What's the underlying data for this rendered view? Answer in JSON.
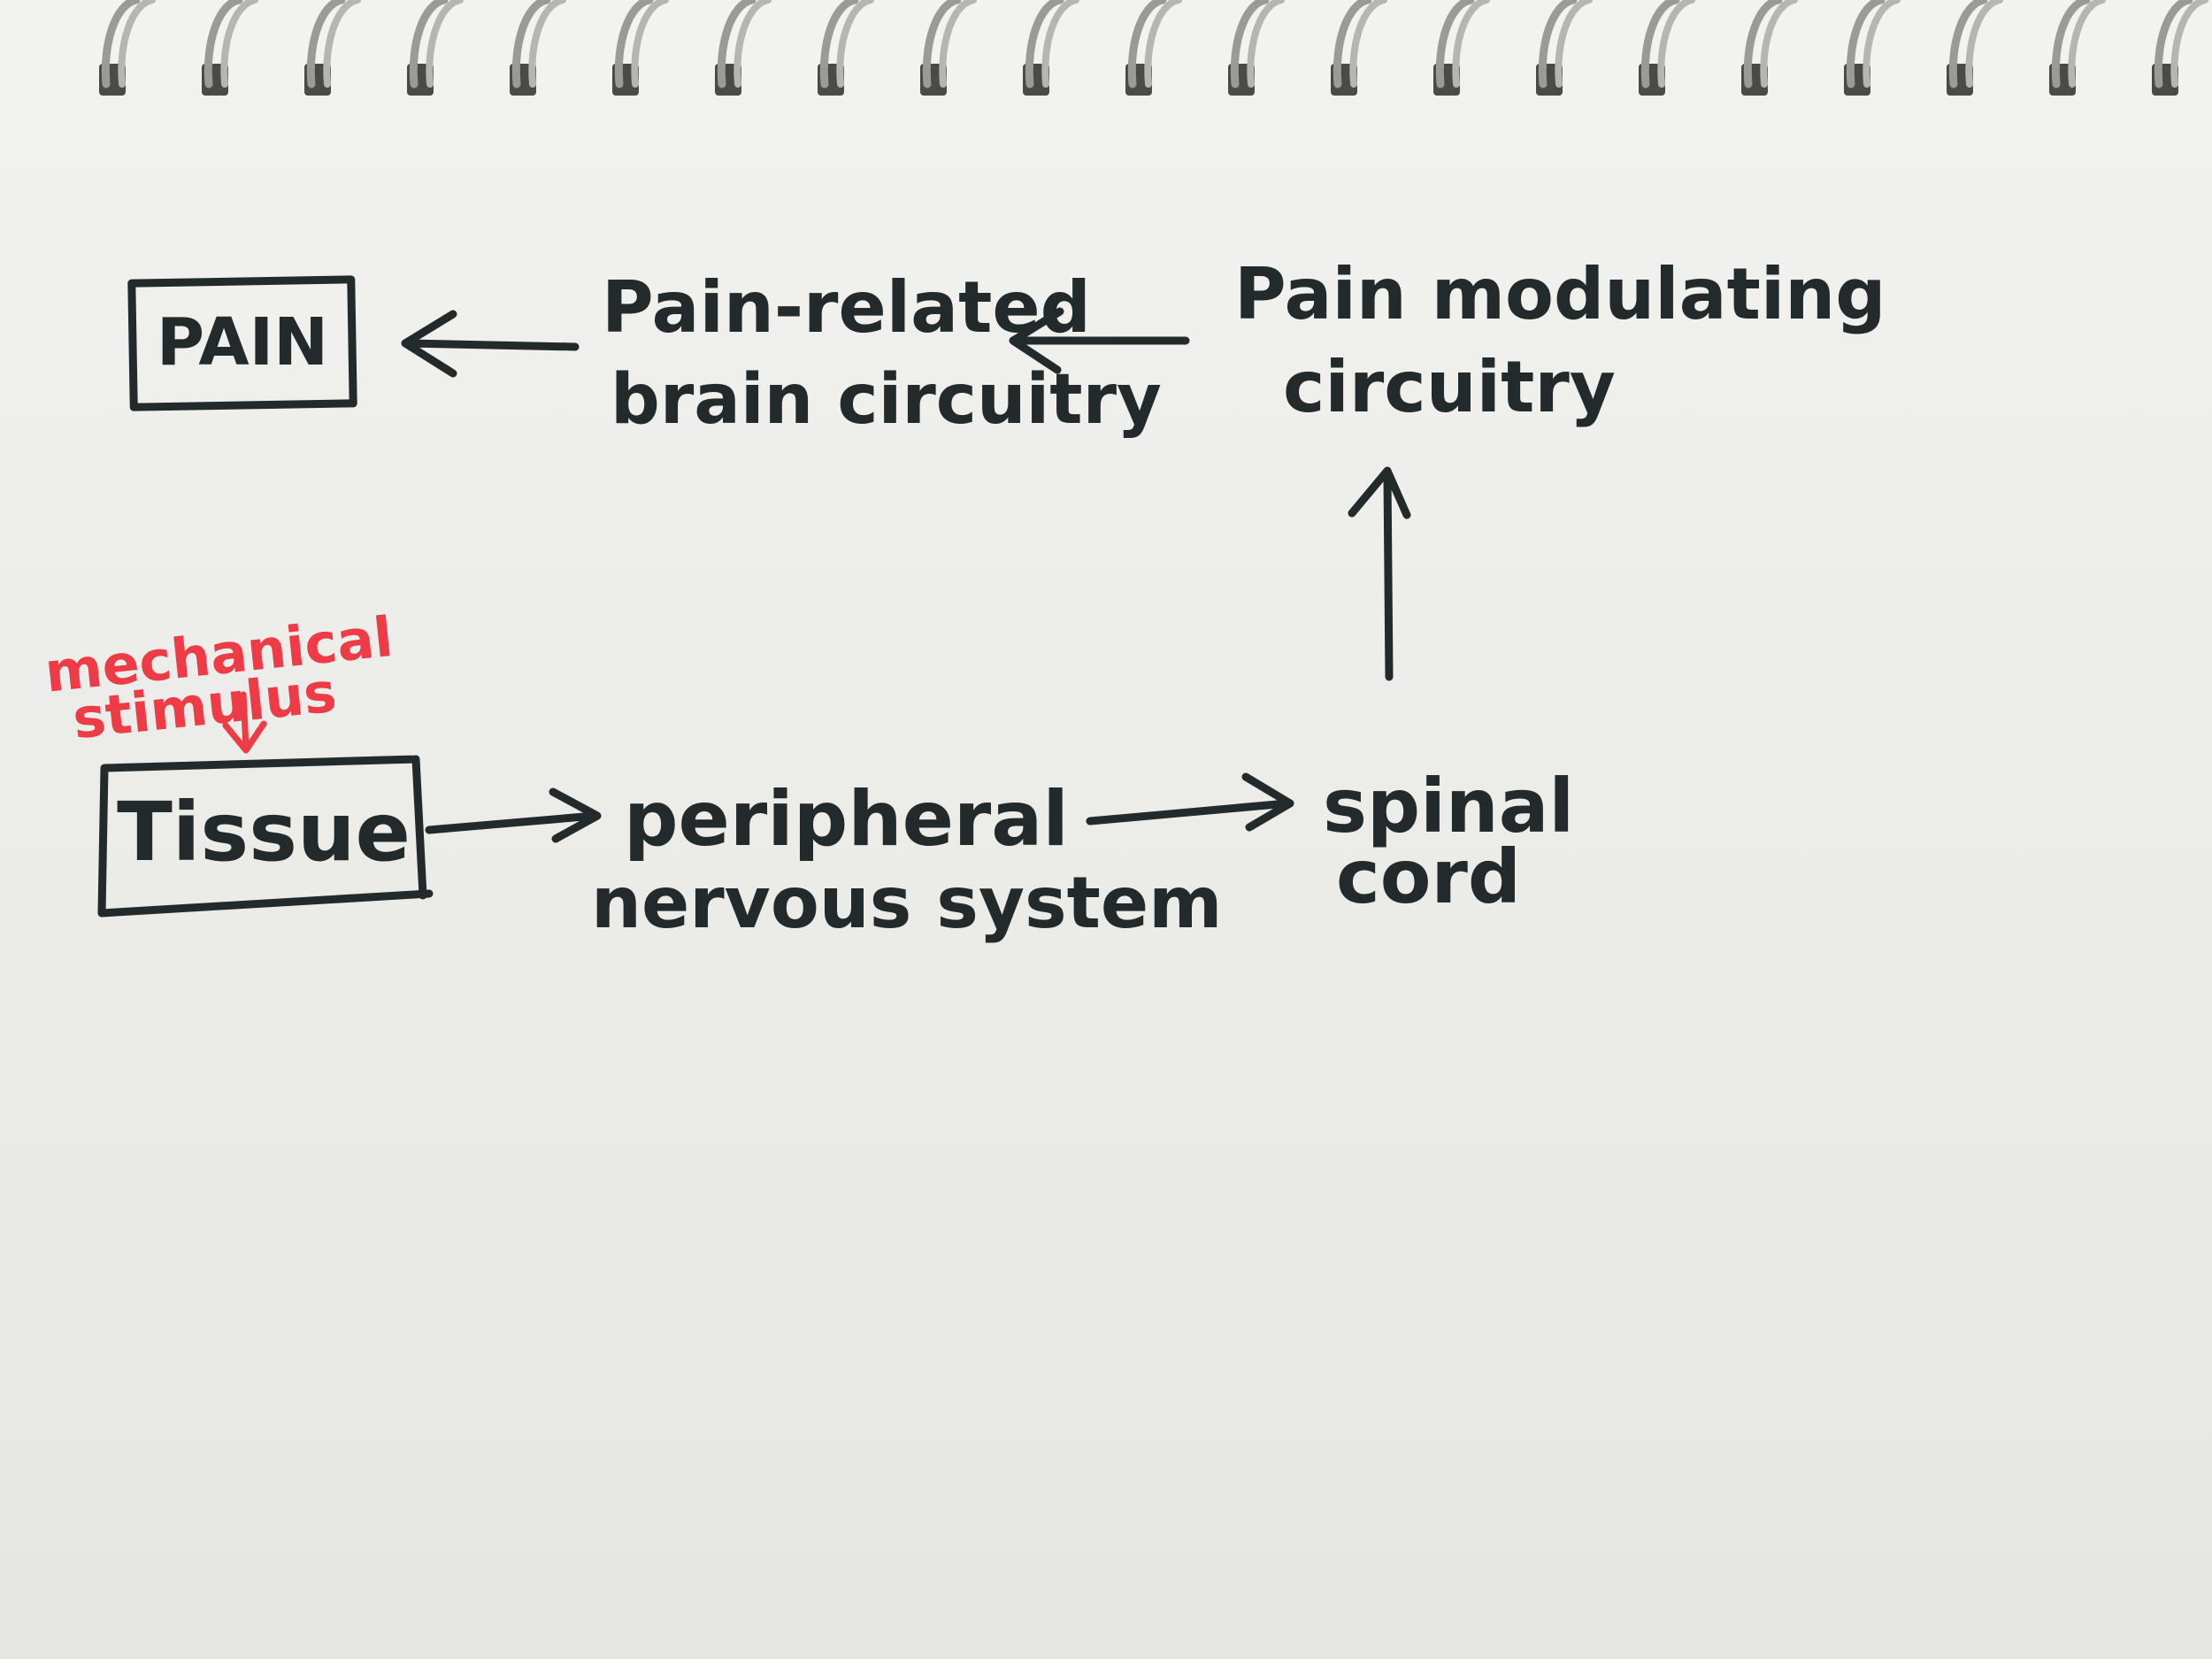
{
  "nodes": {
    "pain": "PAIN",
    "brain_line1": "Pain-related",
    "brain_line2": "brain circuitry",
    "modulating_line1": "Pain modulating",
    "modulating_line2": "circuitry",
    "tissue": "Tissue",
    "peripheral_line1": "peripheral",
    "peripheral_line2": "nervous system",
    "spinal_line1": "spinal",
    "spinal_line2": "cord"
  },
  "annotation": {
    "line1": "mechanical",
    "line2": "stimulus"
  },
  "colors": {
    "ink": "#232a2c",
    "red_ink": "#ee3b46",
    "paper": "#efefec"
  }
}
